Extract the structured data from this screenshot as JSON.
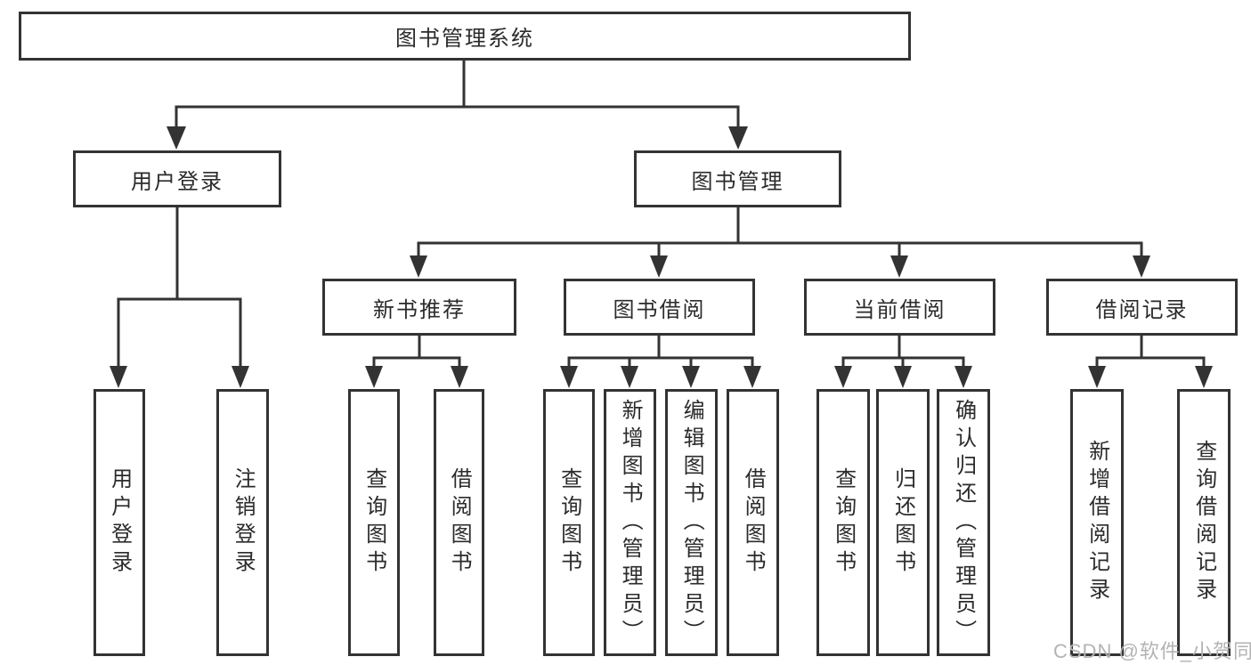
{
  "diagram": {
    "root": {
      "label": "图书管理系统"
    },
    "branches": [
      {
        "label": "用户登录",
        "children": [
          {
            "label": "用户登录"
          },
          {
            "label": "注销登录"
          }
        ]
      },
      {
        "label": "图书管理",
        "children": [
          {
            "label": "新书推荐",
            "children": [
              {
                "label": "查询图书"
              },
              {
                "label": "借阅图书"
              }
            ]
          },
          {
            "label": "图书借阅",
            "children": [
              {
                "label": "查询图书"
              },
              {
                "label": "新增图书（管理员）"
              },
              {
                "label": "编辑图书（管理员）"
              },
              {
                "label": "借阅图书"
              }
            ]
          },
          {
            "label": "当前借阅",
            "children": [
              {
                "label": "查询图书"
              },
              {
                "label": "归还图书"
              },
              {
                "label": "确认归还（管理员）"
              }
            ]
          },
          {
            "label": "借阅记录",
            "children": [
              {
                "label": "新增借阅记录"
              },
              {
                "label": "查询借阅记录"
              }
            ]
          }
        ]
      }
    ]
  },
  "watermark": {
    "text": "CSDN @软件_小贺同学"
  },
  "colors": {
    "line": "#333333",
    "box_border": "#333333",
    "box_fill": "#ffffff",
    "text": "#2b2b2b",
    "watermark": "#b3b3b3",
    "background": "#ffffff"
  }
}
